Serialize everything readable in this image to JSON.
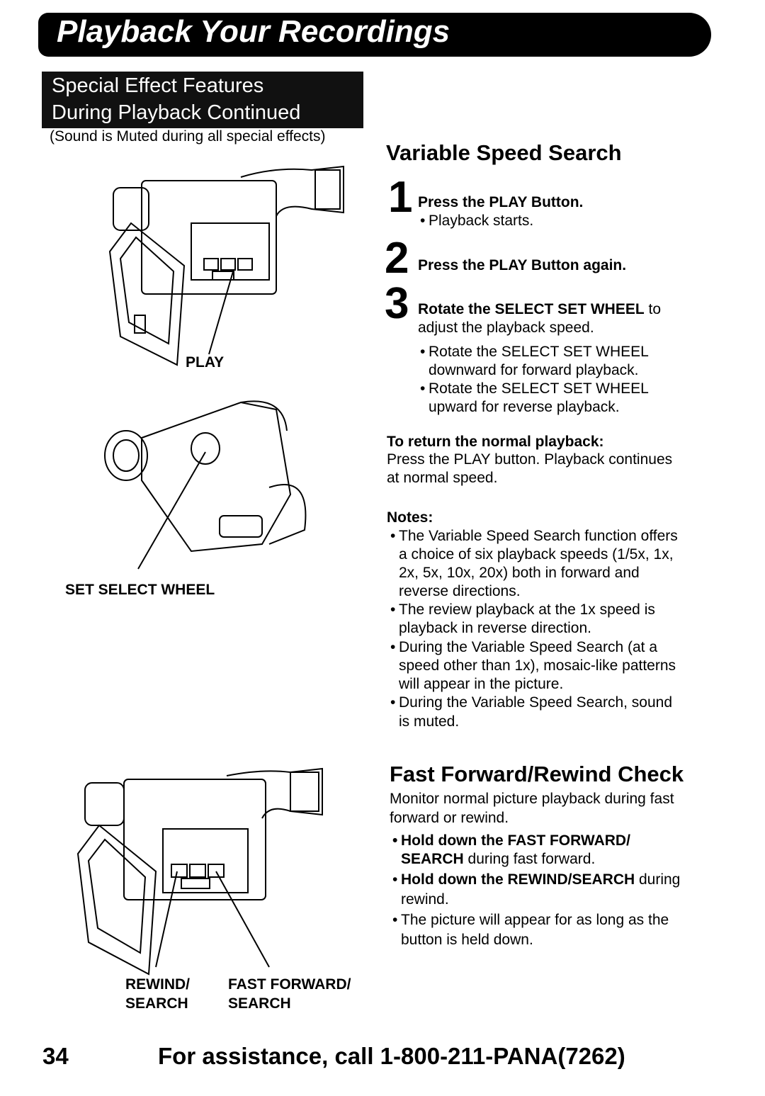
{
  "title": "Playback Your Recordings",
  "section": {
    "line1": "Special Effect Features",
    "line2": "During Playback Continued",
    "note": "(Sound is Muted during all special effects)"
  },
  "variable_speed": {
    "heading": "Variable Speed Search",
    "step1": {
      "num": "1",
      "text": "Press the PLAY Button.",
      "bullet": "Playback starts."
    },
    "step2": {
      "num": "2",
      "text": "Press the PLAY Button again."
    },
    "step3": {
      "num": "3",
      "text_bold": "Rotate the SELECT SET WHEEL",
      "text_rest": " to",
      "text_line2": "adjust the playback speed.",
      "bullet1_line1": "Rotate the SELECT SET WHEEL",
      "bullet1_line2": "downward for forward playback.",
      "bullet2_line1": "Rotate the SELECT SET WHEEL",
      "bullet2_line2": "upward for reverse playback."
    },
    "return_heading": "To return the normal playback:",
    "return_line1": "Press the PLAY button. Playback continues",
    "return_line2": "at normal speed.",
    "notes_heading": "Notes:",
    "notes": [
      [
        "The Variable Speed Search function offers",
        "a choice of six playback speeds (1/5x, 1x,",
        "2x, 5x, 10x, 20x) both in forward and",
        "reverse directions."
      ],
      [
        "The review playback at the 1x speed is",
        "playback in reverse direction."
      ],
      [
        "During the Variable Speed Search (at a",
        "speed other than 1x), mosaic-like patterns",
        "will appear in the picture."
      ],
      [
        "During the Variable Speed Search, sound",
        "is muted."
      ]
    ]
  },
  "fast_forward": {
    "heading": "Fast Forward/Rewind Check",
    "intro_line1": "Monitor normal picture playback during fast",
    "intro_line2": "forward or rewind.",
    "b1_bold": "Hold down the FAST FORWARD/",
    "b1_line2_bold": "SEARCH",
    "b1_line2_rest": " during fast forward.",
    "b2_bold": "Hold down the REWIND/SEARCH",
    "b2_rest": " during",
    "b2_line2": "rewind.",
    "b3_line1": "The picture will appear for as long as the",
    "b3_line2": "button is held down."
  },
  "labels": {
    "play": "PLAY",
    "set_select_wheel": "SET SELECT WHEEL",
    "rewind_line1": "REWIND/",
    "rewind_line2": "SEARCH",
    "ff_line1": "FAST FORWARD/",
    "ff_line2": "SEARCH"
  },
  "footer": {
    "page_number": "34",
    "assistance": "For assistance, call 1-800-211-PANA(7262)"
  }
}
